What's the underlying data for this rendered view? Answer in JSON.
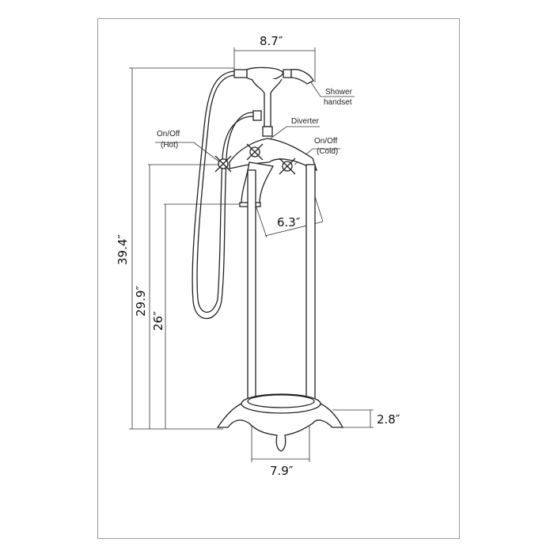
{
  "dimensions": {
    "handset_width": "8.7″",
    "total_height": "39.4″",
    "handle_height": "29.9″",
    "spout_height": "26″",
    "spout_reach": "6.3″",
    "base_height": "2.8″",
    "base_width": "7.9″"
  },
  "labels": {
    "shower_line1": "Shower",
    "shower_line2": "handset",
    "diverter": "Diverter",
    "hot_line1": "On/Off",
    "hot_line2": "(Hot)",
    "cold_line1": "On/Off",
    "cold_line2": "(Cold)"
  }
}
